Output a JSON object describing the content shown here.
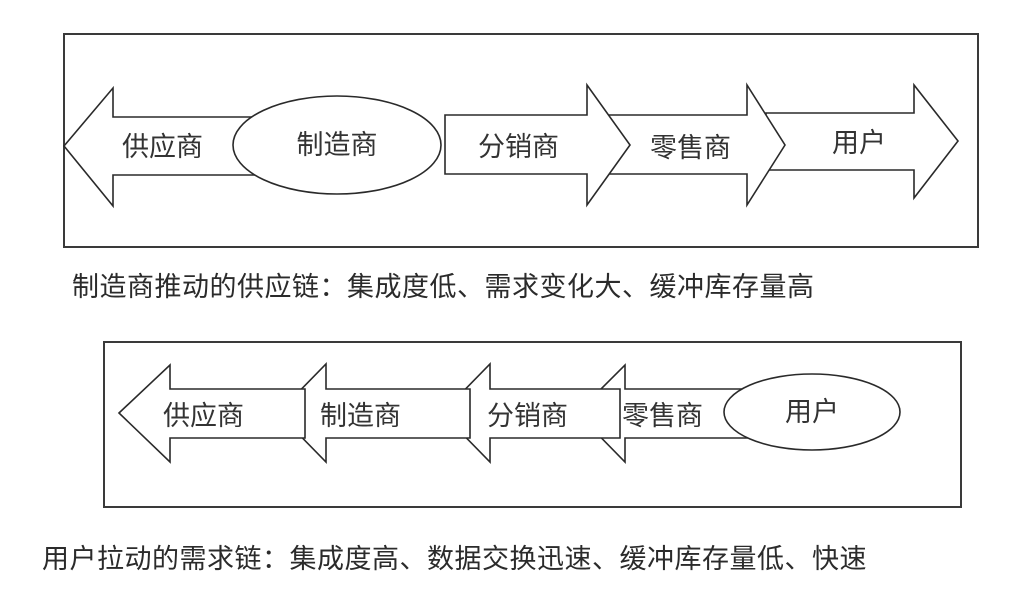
{
  "push_chain": {
    "arrow_left": {
      "label": "供应商",
      "direction": "left"
    },
    "origin": {
      "label": "制造商",
      "shape": "ellipse"
    },
    "arrows_right": [
      {
        "label": "分销商",
        "direction": "right"
      },
      {
        "label": "零售商",
        "direction": "right"
      },
      {
        "label": "用户",
        "direction": "right"
      }
    ],
    "caption": "制造商推动的供应链：集成度低、需求变化大、缓冲库存量高"
  },
  "pull_chain": {
    "arrows_left": [
      {
        "label": "供应商",
        "direction": "left"
      },
      {
        "label": "制造商",
        "direction": "left"
      },
      {
        "label": "分销商",
        "direction": "left"
      },
      {
        "label": "零售商",
        "direction": "left"
      }
    ],
    "origin": {
      "label": "用户",
      "shape": "ellipse"
    },
    "caption": "用户拉动的需求链：集成度高、数据交换迅速、缓冲库存量低、快速"
  }
}
